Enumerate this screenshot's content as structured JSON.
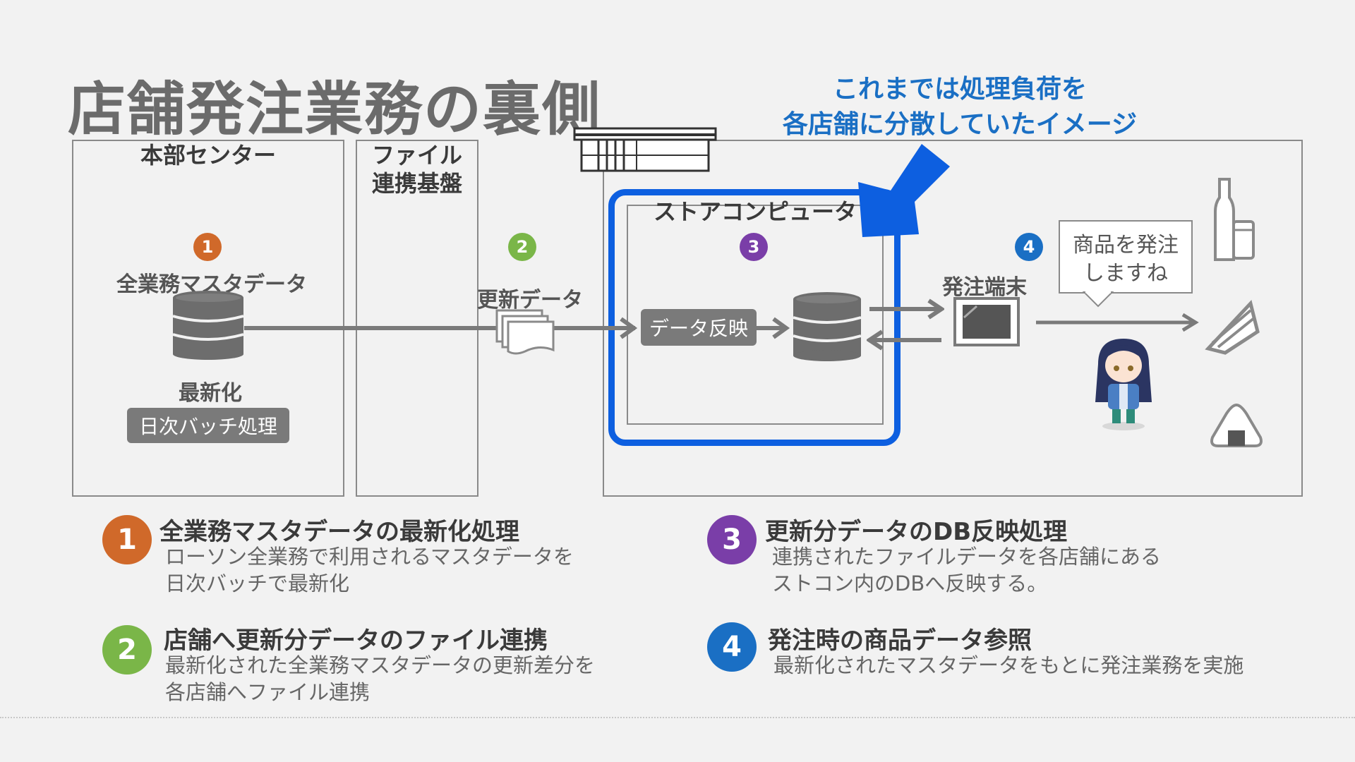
{
  "title": "店舗発注業務の裏側",
  "callout": {
    "line1": "これまでは処理負荷を",
    "line2": "各店舗に分散していたイメージ"
  },
  "panels": {
    "hq": "本部センター",
    "file_line1": "ファイル",
    "file_line2": "連携基盤",
    "store_computer": "ストアコンピュータ"
  },
  "flow": {
    "master_label": "全業務マスタデータ",
    "update_label": "最新化",
    "batch_label": "日次バッチ処理",
    "update_data_label": "更新データ",
    "reflect_label": "データ反映",
    "terminal_label": "発注端末",
    "bubble_line1": "商品を発注",
    "bubble_line2": "しますね"
  },
  "steps": [
    {
      "num": "1",
      "color": "#d0692a",
      "title": "全業務マスタデータの最新化処理",
      "desc1": "ローソン全業務で利用されるマスタデータを",
      "desc2": "日次バッチで最新化"
    },
    {
      "num": "2",
      "color": "#7ab648",
      "title": "店舗へ更新分データのファイル連携",
      "desc1": "最新化された全業務マスタデータの更新差分を",
      "desc2": "各店舗へファイル連携"
    },
    {
      "num": "3",
      "color": "#7a3ea8",
      "title": "更新分データのDB反映処理",
      "desc1": "連携されたファイルデータを各店舗にある",
      "desc2": "ストコン内のDBへ反映する。"
    },
    {
      "num": "4",
      "color": "#1a6fc4",
      "title": "発注時の商品データ参照",
      "desc1": "最新化されたマスタデータをもとに発注業務を実施",
      "desc2": ""
    }
  ],
  "colors": {
    "highlight": "#0d5fe0",
    "arrow": "#7a7a7a"
  }
}
